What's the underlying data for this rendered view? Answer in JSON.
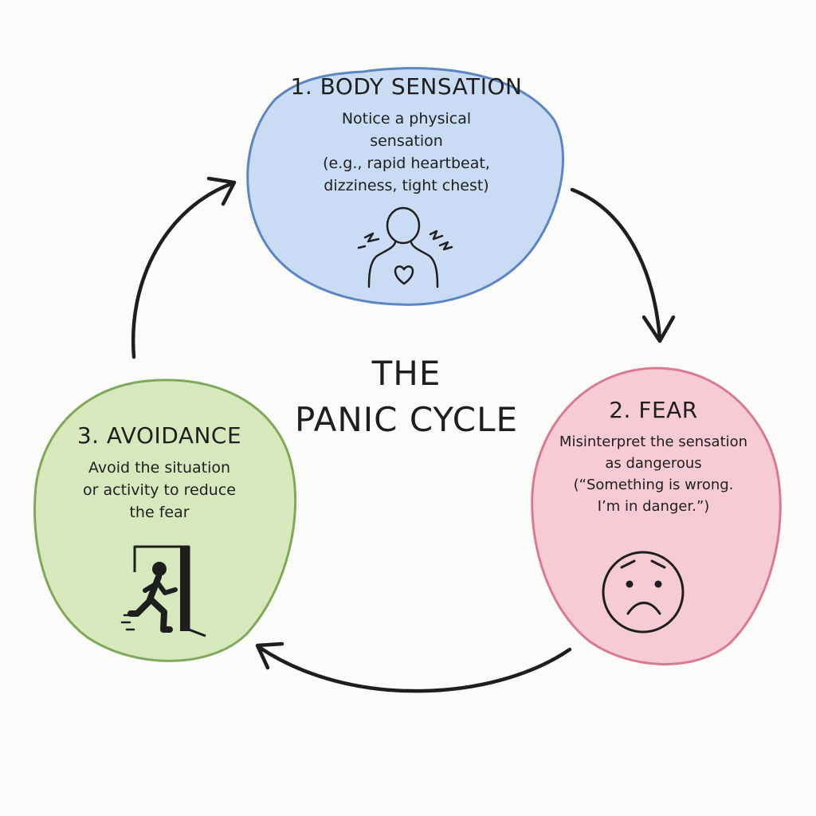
{
  "title": {
    "line1": "THE",
    "line2": "PANIC CYCLE"
  },
  "nodes": [
    {
      "heading": "1. BODY SENSATION",
      "lines": [
        "Notice a physical",
        "sensation",
        "(e.g., rapid heartbeat,",
        "dizziness, tight chest)"
      ],
      "icon": "person-heartbeat-icon",
      "color": "#c9dcf3",
      "border": "#5b86c2"
    },
    {
      "heading": "2. FEAR",
      "lines": [
        "Misinterpret the sensation",
        "as dangerous",
        "(“Something is wrong.",
        "I’m in danger.”)"
      ],
      "icon": "worried-face-icon",
      "color": "#f7cbd6",
      "border": "#d97a90"
    },
    {
      "heading": "3. AVOIDANCE",
      "lines": [
        "Avoid the situation",
        "or activity to reduce",
        "the fear"
      ],
      "icon": "exit-door-icon",
      "color": "#d7e8bd",
      "border": "#7fa85a"
    }
  ],
  "arrows": [
    "body-to-fear",
    "fear-to-avoidance",
    "avoidance-to-body"
  ],
  "colors": {
    "ink": "#1e1e1e",
    "background": "#fbfbfa"
  }
}
